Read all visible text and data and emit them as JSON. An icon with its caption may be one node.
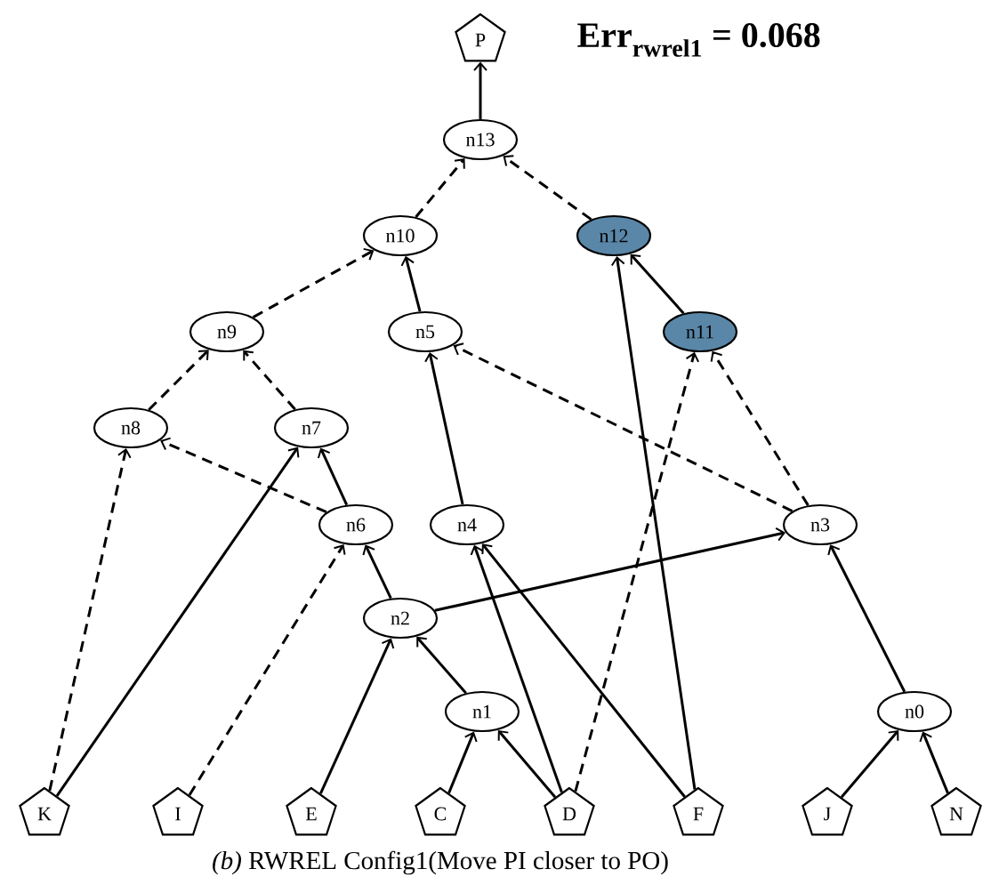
{
  "diagram": {
    "caption": "*(b)* RWREL Config1(Move PI closer to PO)",
    "nodes": [
      {
        "text": [
          "P"
        ]
      },
      {
        "text": [
          "n13"
        ]
      },
      {
        "text": [
          "n10"
        ]
      },
      {
        "text": [
          "n12"
        ]
      },
      {
        "text": [
          "n9"
        ]
      },
      {
        "text": [
          "n5"
        ]
      },
      {
        "text": [
          "n11"
        ]
      },
      {
        "text": [
          "n8"
        ]
      },
      {
        "text": [
          "n7"
        ]
      },
      {
        "text": [
          "n6"
        ]
      },
      {
        "text": [
          "n4"
        ]
      },
      {
        "text": [
          "n3"
        ]
      },
      {
        "text": [
          "n2"
        ]
      },
      {
        "text": [
          "n1"
        ]
      },
      {
        "text": [
          "n0"
        ]
      },
      {
        "text": [
          "K"
        ]
      },
      {
        "text": [
          "I"
        ]
      },
      {
        "text": [
          "E"
        ]
      },
      {
        "text": [
          "C"
        ]
      },
      {
        "text": [
          "D"
        ]
      },
      {
        "text": [
          "F"
        ]
      },
      {
        "text": [
          "J"
        ]
      },
      {
        "text": [
          "N"
        ]
      }
    ],
    "edges": [
      {
        "from": 1,
        "to": 0,
        "arrow": "to"
      },
      {
        "from": 2,
        "to": 1,
        "arrow": "to",
        "style": "dashed"
      },
      {
        "from": 3,
        "to": 1,
        "arrow": "to",
        "style": "dashed"
      },
      {
        "from": 4,
        "to": 2,
        "arrow": "to",
        "style": "dashed"
      },
      {
        "from": 5,
        "to": 2,
        "arrow": "to"
      },
      {
        "from": 20,
        "to": 3,
        "arrow": "to"
      },
      {
        "from": 6,
        "to": 3,
        "arrow": "to"
      },
      {
        "from": 7,
        "to": 4,
        "arrow": "to",
        "style": "dashed"
      },
      {
        "from": 8,
        "to": 4,
        "arrow": "to",
        "style": "dashed"
      },
      {
        "from": 10,
        "to": 5,
        "arrow": "to"
      },
      {
        "from": 11,
        "to": 5,
        "arrow": "to",
        "style": "dashed"
      },
      {
        "from": 19,
        "to": 6,
        "arrow": "to",
        "style": "dashed"
      },
      {
        "from": 11,
        "to": 6,
        "arrow": "to",
        "style": "dashed"
      },
      {
        "from": 15,
        "to": 7,
        "arrow": "to",
        "style": "dashed"
      },
      {
        "from": 9,
        "to": 7,
        "arrow": "to",
        "style": "dashed"
      },
      {
        "from": 15,
        "to": 8,
        "arrow": "to"
      },
      {
        "from": 9,
        "to": 8,
        "arrow": "to"
      },
      {
        "from": 16,
        "to": 9,
        "arrow": "to",
        "style": "dashed"
      },
      {
        "from": 12,
        "to": 9,
        "arrow": "to"
      },
      {
        "from": 19,
        "to": 10,
        "arrow": "to"
      },
      {
        "from": 20,
        "to": 10,
        "arrow": "to"
      },
      {
        "from": 12,
        "to": 11,
        "arrow": "to"
      },
      {
        "from": 14,
        "to": 11,
        "arrow": "to"
      },
      {
        "from": 17,
        "to": 12,
        "arrow": "to"
      },
      {
        "from": 13,
        "to": 12,
        "arrow": "to"
      },
      {
        "from": 18,
        "to": 13,
        "arrow": "to"
      },
      {
        "from": 19,
        "to": 13,
        "arrow": "to"
      },
      {
        "from": 21,
        "to": 14,
        "arrow": "to"
      },
      {
        "from": 22,
        "to": 14,
        "arrow": "to"
      }
    ],
    "labels": [
      "Err$_{rwrel1}$ = 0.068"
    ]
  }
}
